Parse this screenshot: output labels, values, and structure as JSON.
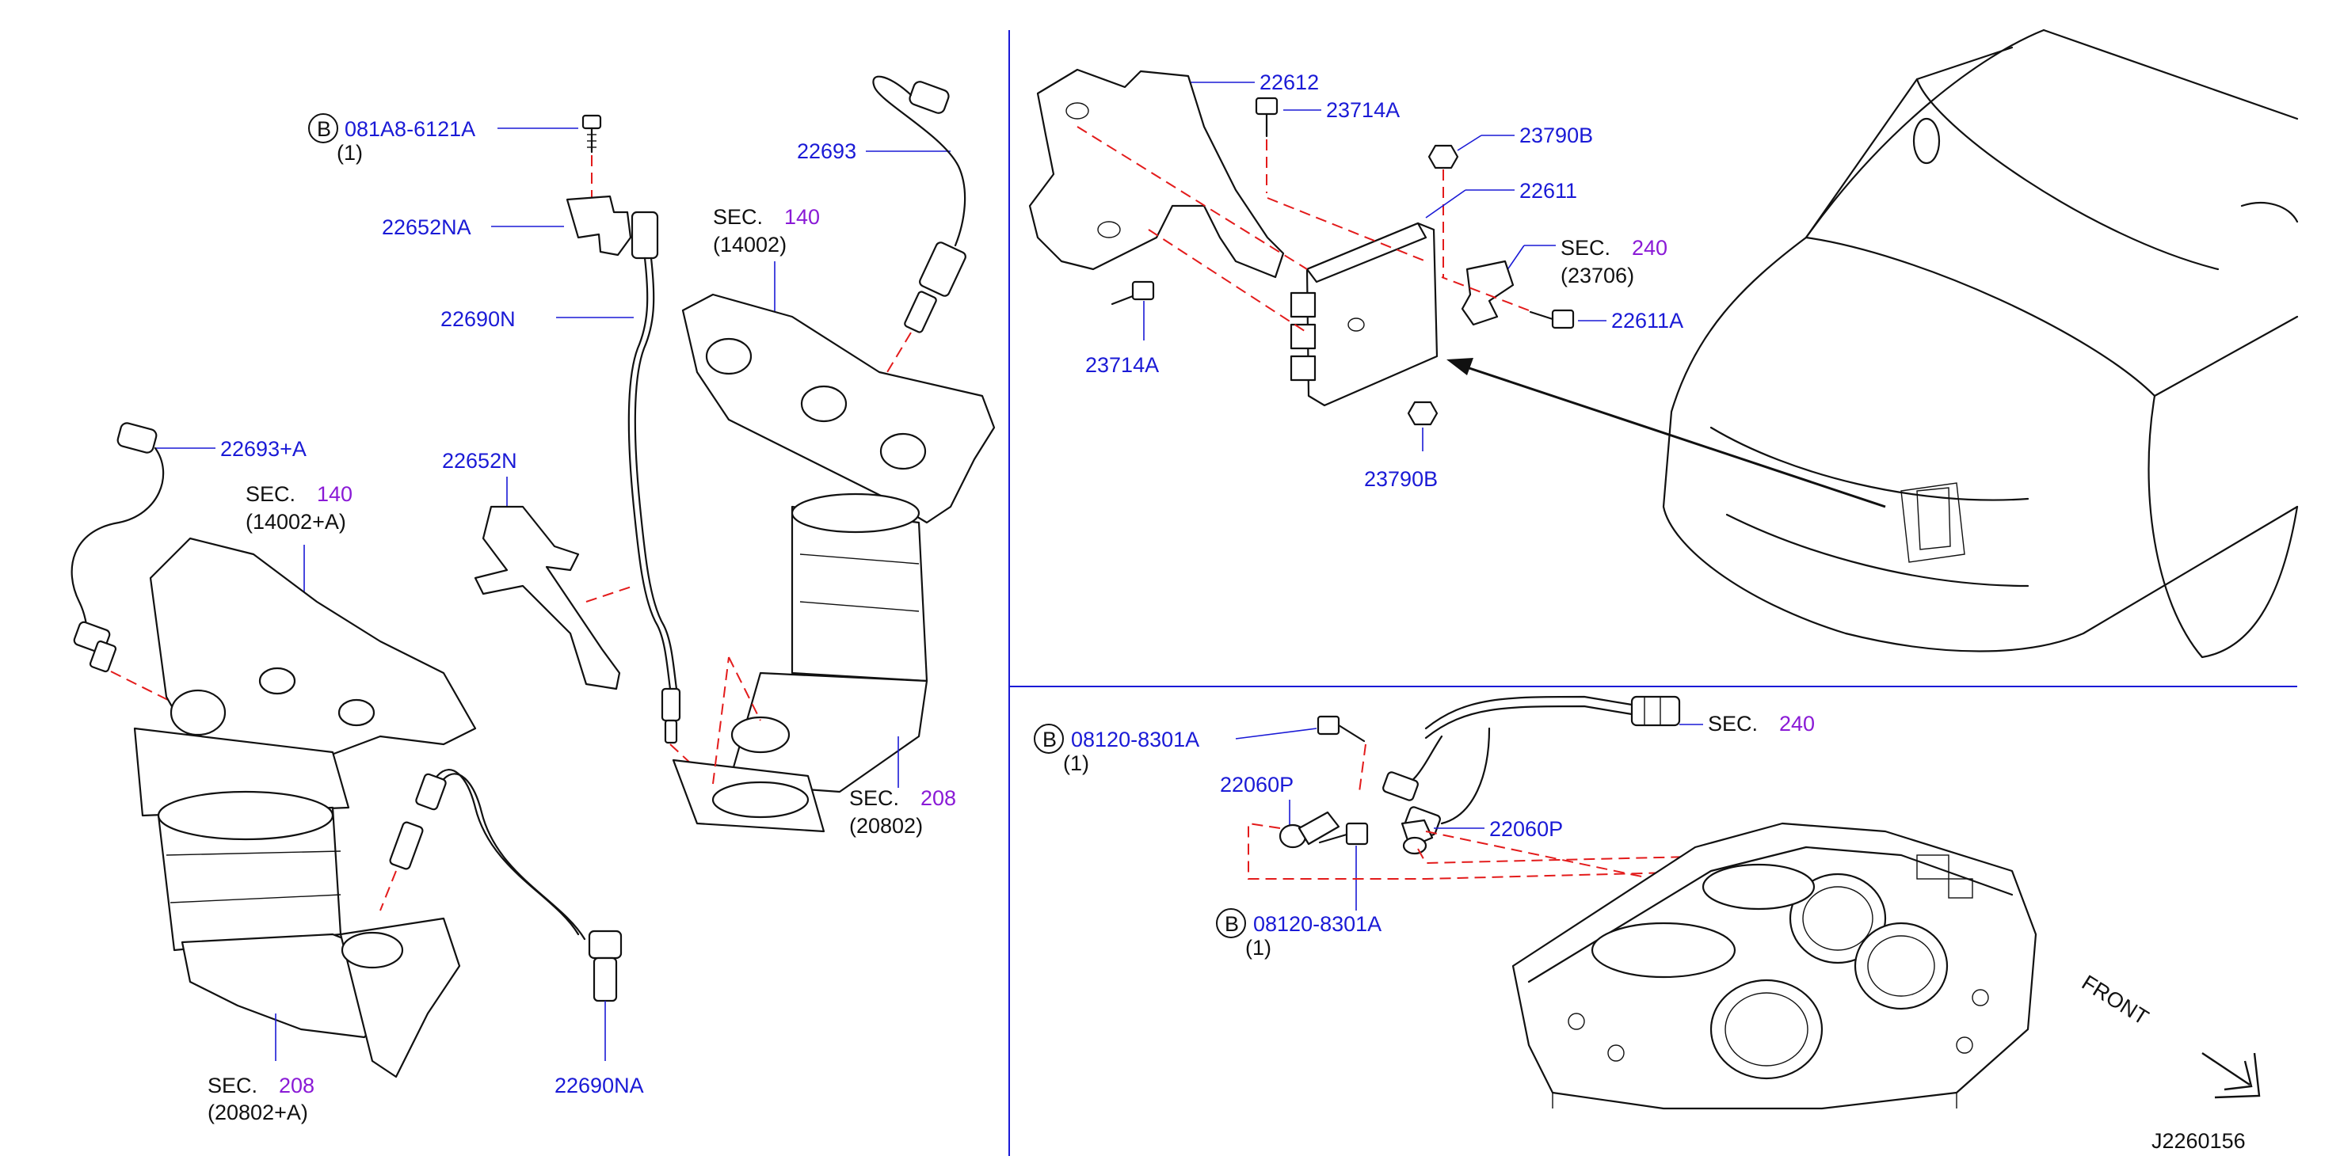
{
  "diagram_id": "J2260156",
  "front_label": "FRONT",
  "labels": {
    "bolt_081a8": "081A8-6121A",
    "bolt_081a8_qty": "(1)",
    "b_symbol": "B",
    "p22652NA": "22652NA",
    "p22690N": "22690N",
    "p22693": "22693",
    "sec": "SEC.",
    "sec140": "140",
    "sec140_sub": "(14002)",
    "p22693A": "22693+A",
    "sec140A": "140",
    "sec140A_sub": "(14002+A)",
    "p22652N": "22652N",
    "sec208A": "208",
    "sec208A_sub": "(20802+A)",
    "p22690NA": "22690NA",
    "sec208": "208",
    "sec208_sub": "(20802)",
    "p22612": "22612",
    "p23714A_top": "23714A",
    "p23790B_top": "23790B",
    "p22611": "22611",
    "sec240": "240",
    "sec240_sub": "(23706)",
    "p22611A": "22611A",
    "p23714A_bot": "23714A",
    "p23790B_bot": "23790B",
    "bolt_08120_top": "08120-8301A",
    "bolt_08120_top_qty": "(1)",
    "p22060P_left": "22060P",
    "p22060P_right": "22060P",
    "sec240b": "240",
    "bolt_08120_bot": "08120-8301A",
    "bolt_08120_bot_qty": "(1)"
  },
  "colors": {
    "part_number": "#1a1ad6",
    "section_number": "#8a1ad6",
    "callout_dash": "#e31b1b",
    "line_art": "#111111"
  }
}
